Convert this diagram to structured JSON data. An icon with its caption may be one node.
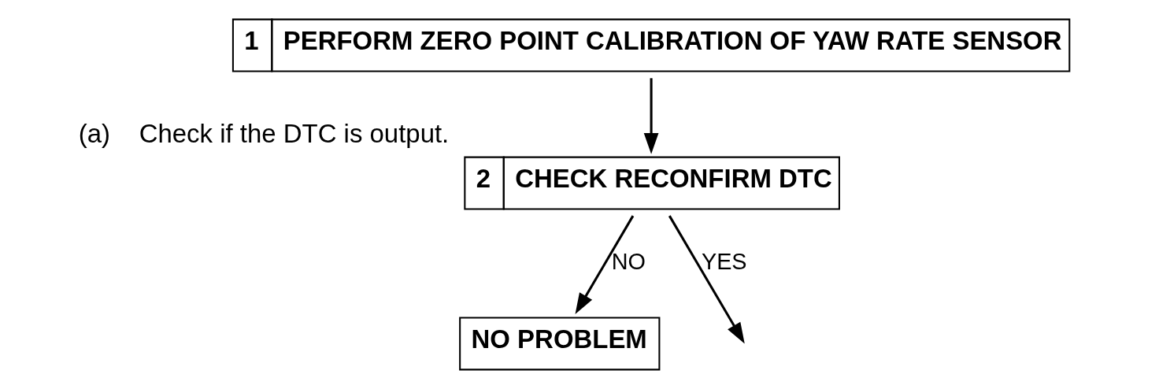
{
  "diagram": {
    "nodes": [
      {
        "text": [
          "1",
          "PERFORM ZERO POINT CALIBRATION OF YAW RATE SENSOR"
        ]
      },
      {
        "text": [
          "2",
          "CHECK RECONFIRM DTC"
        ],
        "beside": [
          "(a)",
          "Check if the DTC is output."
        ]
      },
      {
        "text": [
          "NO PROBLEM"
        ]
      }
    ],
    "edges": [
      {
        "from": 0,
        "to": 1,
        "arrow": "to"
      },
      {
        "from": 1,
        "to": 2,
        "arrow": "to",
        "label": "NO"
      },
      {
        "from": 1,
        "to": null,
        "arrow": "to",
        "label": "YES"
      }
    ]
  }
}
